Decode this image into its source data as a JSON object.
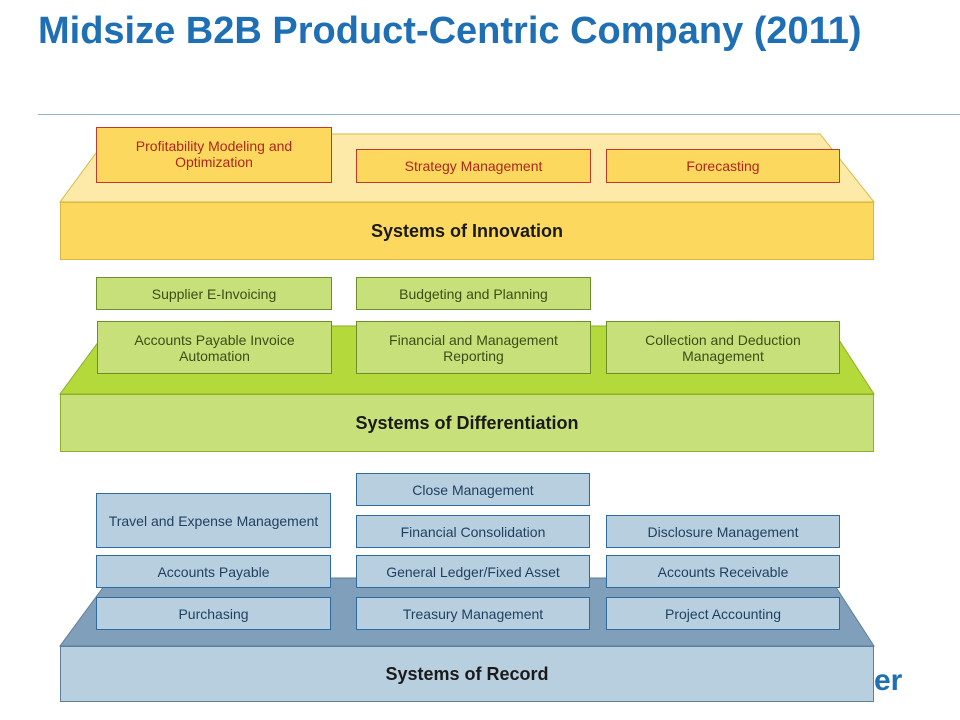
{
  "title": "Midsize B2B Product-Centric Company (2011)",
  "colors": {
    "title": "#1f6fb5",
    "innovation_fill": "#fdd85e",
    "innovation_top": "#fde9a8",
    "differentiation_fill": "#c8e07a",
    "differentiation_top": "#b4d93a",
    "record_fill": "#b8cfe0",
    "record_top": "#7f9fba"
  },
  "layers": {
    "innovation": {
      "label": "Systems of Innovation",
      "items": [
        "Profitability Modeling and Optimization",
        "Strategy Management",
        "Forecasting"
      ]
    },
    "differentiation": {
      "label": "Systems of Differentiation",
      "items": [
        "Supplier E-Invoicing",
        "Budgeting and Planning",
        "Accounts Payable Invoice Automation",
        "Financial and Management Reporting",
        "Collection and Deduction Management"
      ]
    },
    "record": {
      "label": "Systems of Record",
      "items": [
        "Close Management",
        "Travel and Expense Management",
        "Financial Consolidation",
        "Disclosure Management",
        "Accounts Payable",
        "General Ledger/Fixed Asset",
        "Accounts Receivable",
        "Purchasing",
        "Treasury Management",
        "Project Accounting"
      ]
    }
  },
  "logo_fragment": "er"
}
